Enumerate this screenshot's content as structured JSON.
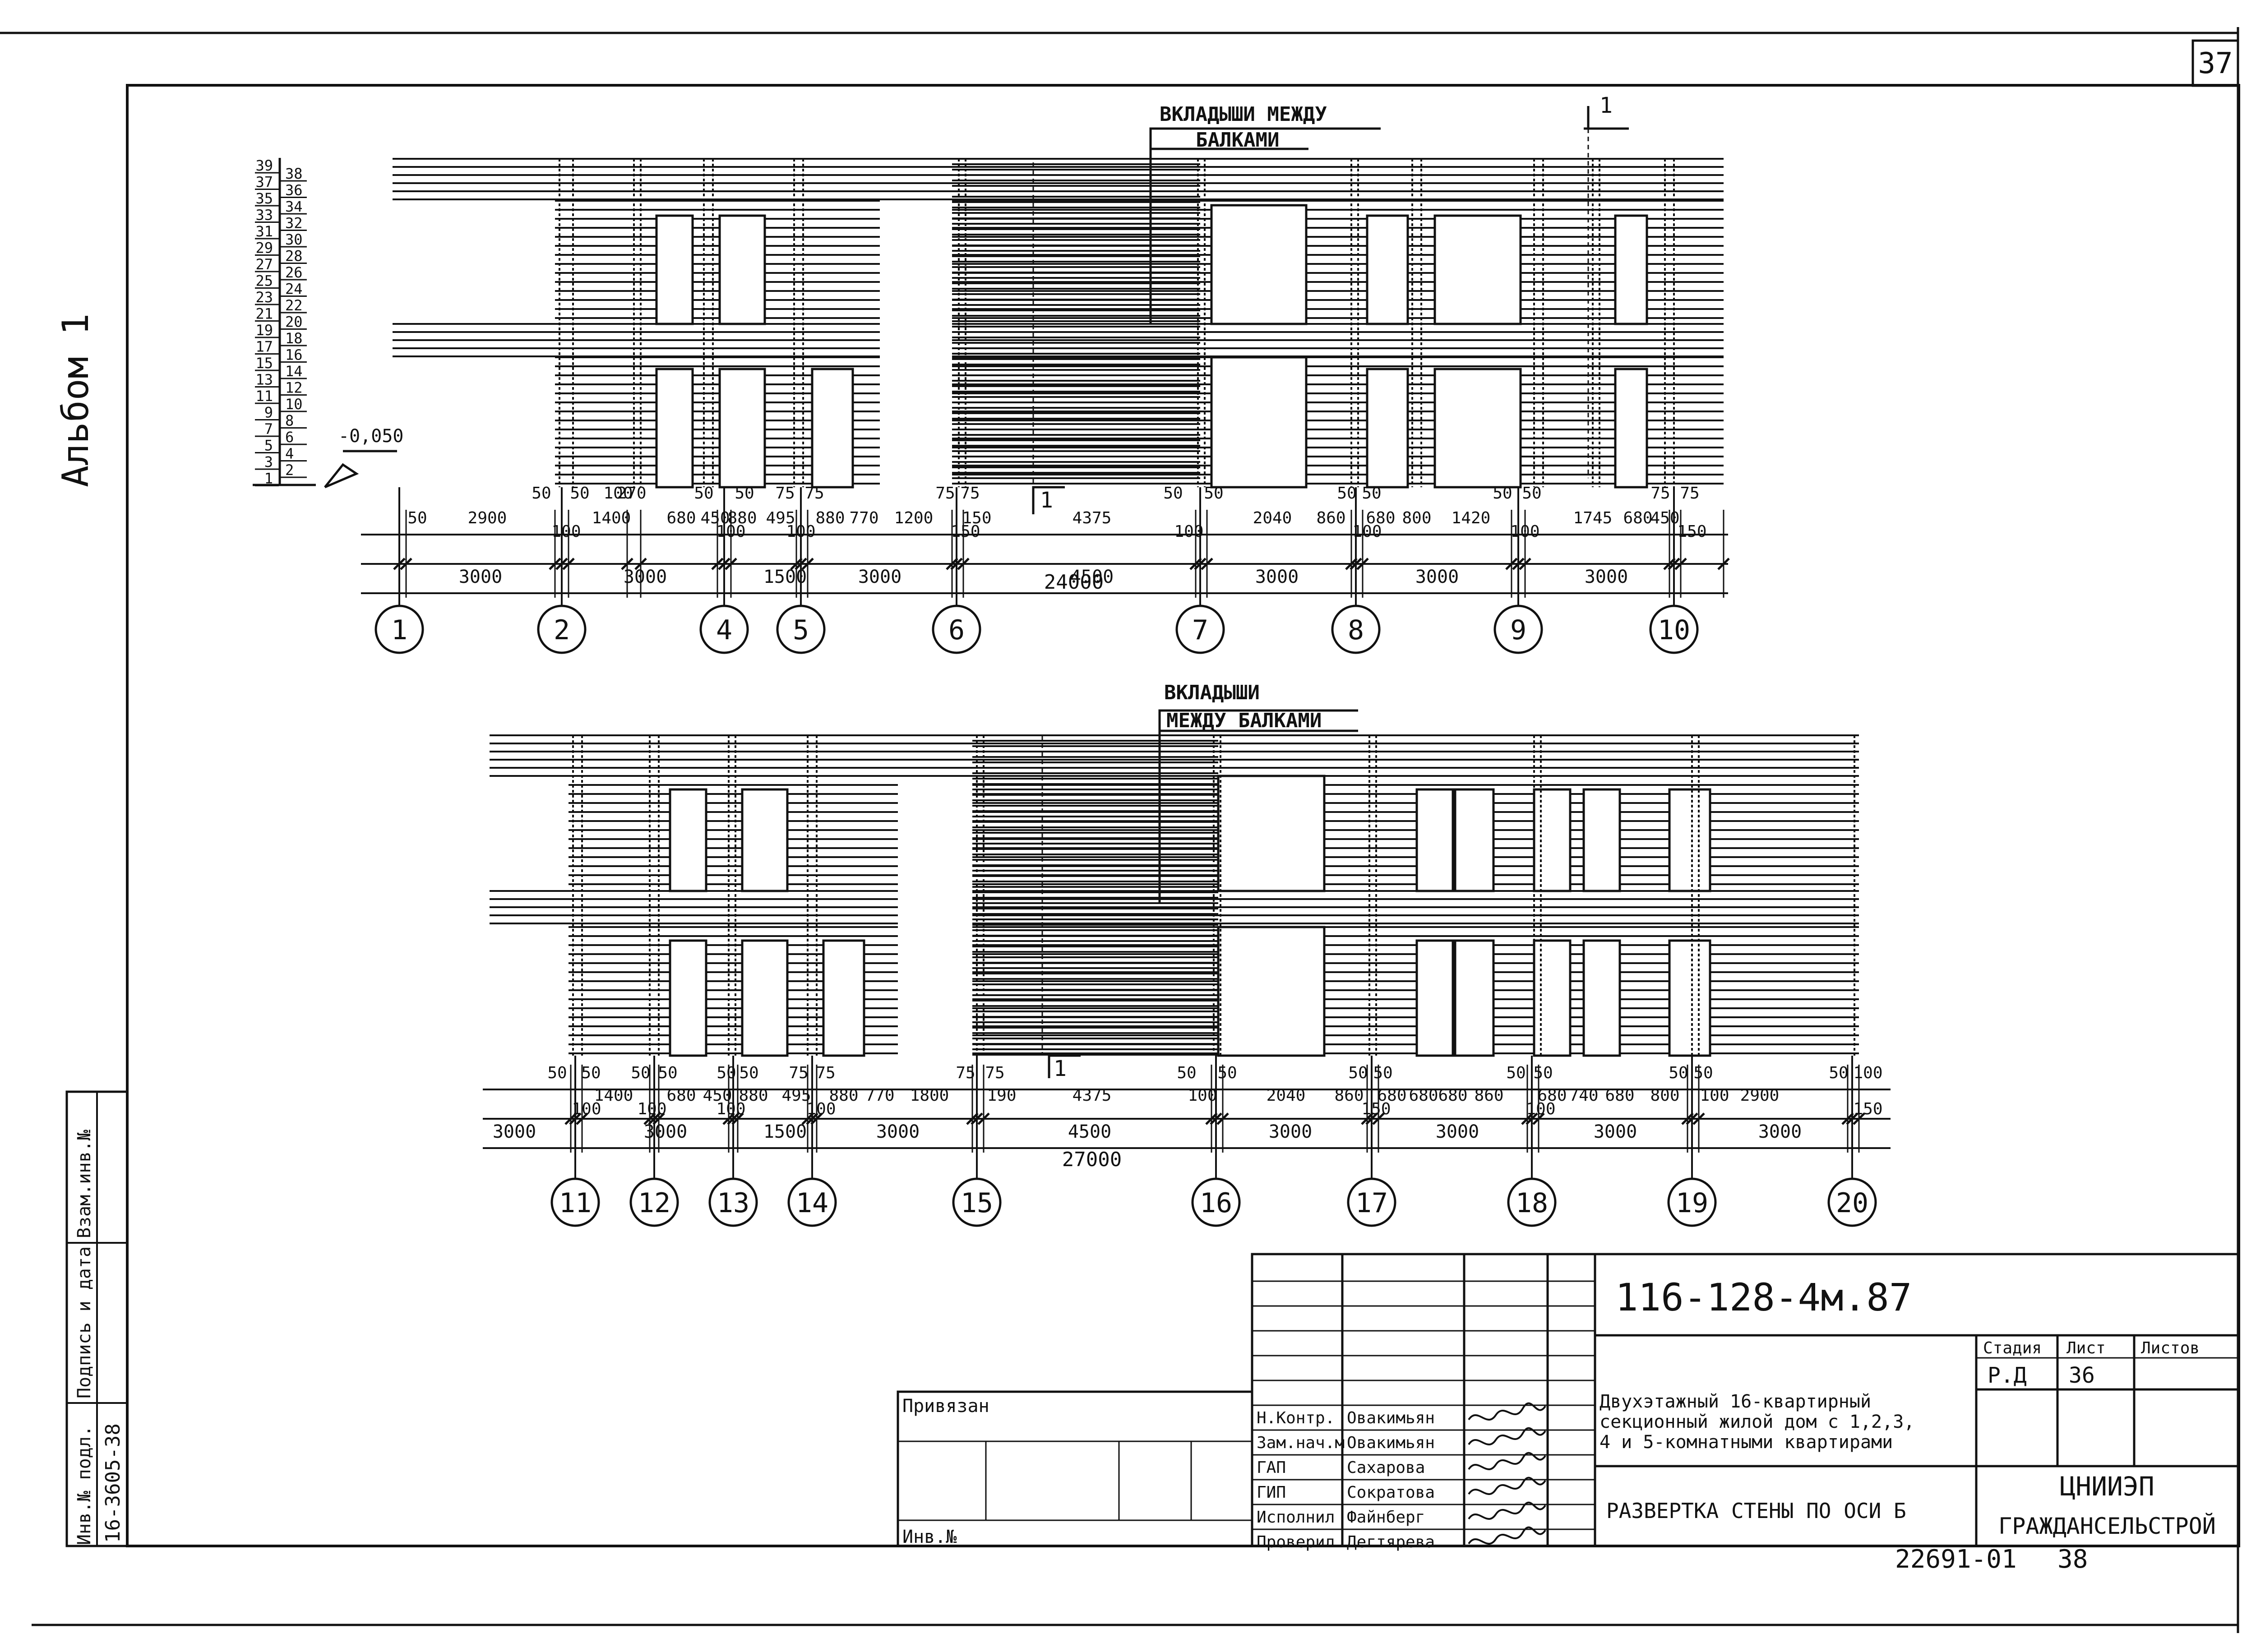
{
  "sheet": {
    "page_number": "37",
    "album_label": "Альбом 1",
    "bottom_code": "22691-01",
    "bottom_number": "38"
  },
  "left_strip": {
    "inv_podl_label": "Инв.№ подл.",
    "inv_podl_value": "16-3605-38",
    "signature_date_label": "Подпись и дата",
    "vzam_inv_label": "Взам.инв.№"
  },
  "upper_elevation": {
    "note_line1": "ВКЛАДЫШИ МЕЖДУ",
    "note_line2": "БАЛКАМИ",
    "section_mark_top": "1",
    "section_mark_bottom": "1",
    "elevation_mark": "-0,050",
    "course_numbers_left": [
      "39",
      "37",
      "35",
      "33",
      "31",
      "29",
      "27",
      "25",
      "23",
      "21",
      "19",
      "17",
      "15",
      "13",
      "11",
      "9",
      "7",
      "5",
      "3",
      "1"
    ],
    "course_numbers_right": [
      "38",
      "36",
      "34",
      "32",
      "30",
      "28",
      "26",
      "24",
      "22",
      "20",
      "18",
      "16",
      "14",
      "12",
      "10",
      "8",
      "6",
      "4",
      "2"
    ],
    "dims_row1": [
      "50",
      "2900",
      "50",
      "50",
      "100",
      "270",
      "680",
      "50",
      "50",
      "450",
      "880",
      "75",
      "75",
      "495",
      "880",
      "770",
      "1200",
      "75",
      "75",
      "150",
      "4375",
      "50",
      "50",
      "100",
      "2040",
      "860",
      "50",
      "50",
      "680",
      "800",
      "1420",
      "50",
      "50",
      "1745",
      "680",
      "450",
      "75",
      "75",
      "150",
      "1400",
      "100",
      "100",
      "100",
      "100",
      "100",
      "150"
    ],
    "dims_row2": [
      "3000",
      "3000",
      "1500",
      "3000",
      "4500",
      "3000",
      "3000",
      "3000"
    ],
    "total": "24000",
    "axes": [
      "1",
      "2",
      "4",
      "5",
      "6",
      "7",
      "8",
      "9",
      "10"
    ]
  },
  "lower_elevation": {
    "note_line1": "ВКЛАДЫШИ",
    "note_line2": "МЕЖДУ БАЛКАМИ",
    "section_mark": "1",
    "dims_row1": [
      "50",
      "50",
      "1400",
      "50",
      "50",
      "100",
      "680",
      "50",
      "50",
      "450",
      "880",
      "75",
      "75",
      "495",
      "880",
      "770",
      "1800",
      "75",
      "75",
      "190",
      "4375",
      "50",
      "50",
      "100",
      "2040",
      "50",
      "50",
      "860",
      "680",
      "680",
      "680",
      "50",
      "50",
      "860",
      "680",
      "740",
      "680",
      "50",
      "50",
      "800",
      "100",
      "2900",
      "50",
      "100",
      "100",
      "100",
      "100",
      "150",
      "100",
      "150"
    ],
    "dims_row2": [
      "3000",
      "3000",
      "1500",
      "3000",
      "4500",
      "3000",
      "3000",
      "3000",
      "3000"
    ],
    "total": "27000",
    "axes": [
      "11",
      "12",
      "13",
      "14",
      "15",
      "16",
      "17",
      "18",
      "19",
      "20"
    ]
  },
  "title_block": {
    "code": "116-128-4м.87",
    "privyazan": "Привязан",
    "inv_no": "Инв.№",
    "roles": [
      "Н.Контр.",
      "Зам.нач.м",
      "ГАП",
      "ГИП",
      "Исполнил",
      "Проверил"
    ],
    "names": [
      "Овакимьян",
      "Овакимьян",
      "Сахарова",
      "Сократова",
      "Файнберг",
      "Дегтярева"
    ],
    "title_line1": "Двухэтажный 16-квартирный",
    "title_line2": "секционный жилой дом с 1,2,3,",
    "title_line3": "4 и 5-комнатными квартирами",
    "sheet_title": "РАЗВЕРТКА СТЕНЫ ПО ОСИ Б",
    "stage_label": "Стадия",
    "sheet_label": "Лист",
    "sheets_label": "Листов",
    "stage_value": "Р.Д",
    "sheet_value": "36",
    "org_line1": "ЦНИИЭП",
    "org_line2": "ГРАЖДАНСЕЛЬСТРОЙ"
  }
}
